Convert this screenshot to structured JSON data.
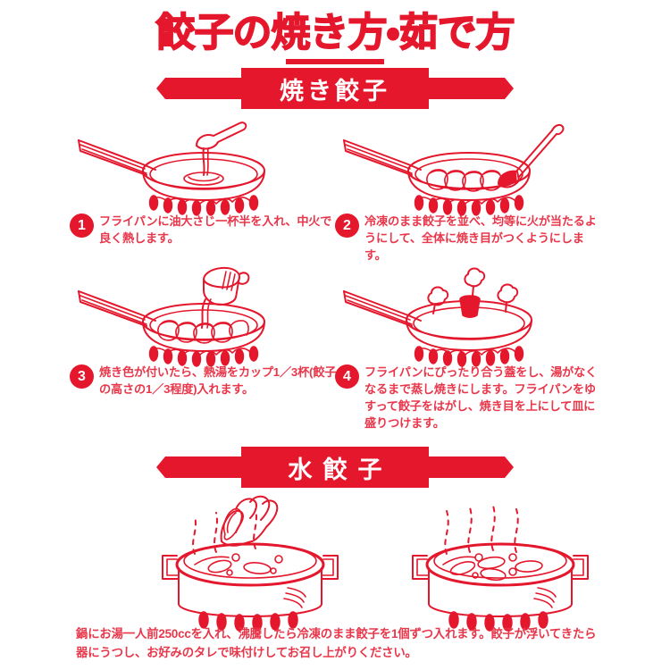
{
  "header": {
    "title": "餃子の焼き方・茹で方"
  },
  "sections": [
    {
      "banner": "焼き餃子",
      "steps": [
        {
          "number": "1",
          "text": "フライパンに油大さじ一杯半を入れ、中火で良く熱します。",
          "illustration": "frying-pan-with-oil-spoon"
        },
        {
          "number": "2",
          "text": "冷凍のまま餃子を並べ、均等に火が当たるようにして、全体に焼き目がつくようにします。",
          "illustration": "frying-pan-with-gyoza-and-spatula"
        },
        {
          "number": "3",
          "text": "焼き色が付いたら、熱湯をカップ1／3杯(餃子の高さの1／3程度)入れます。",
          "illustration": "frying-pan-with-measuring-cup"
        },
        {
          "number": "4",
          "text": "フライパンにぴったり合う蓋をし、湯がなくなるまで蒸し焼きにします。フライパンをゆすって餃子をはがし、焼き目を上にして皿に盛りつけます。",
          "illustration": "frying-pan-with-lid-and-steam"
        }
      ]
    },
    {
      "banner": "水餃子",
      "illustrations": [
        "pot-with-hand-dropping-gyoza",
        "pot-with-floating-gyoza"
      ],
      "text": "鍋にお湯一人前250ccを入れ、沸騰したら冷凍のまま餃子を1個ずつ入れます。餃子が浮いてきたら器にうつし、お好みのタレで味付けしてお召し上がりください。"
    }
  ],
  "colors": {
    "brand_red": "#e4172c",
    "text_red": "#e8374b",
    "background": "#ffffff"
  }
}
